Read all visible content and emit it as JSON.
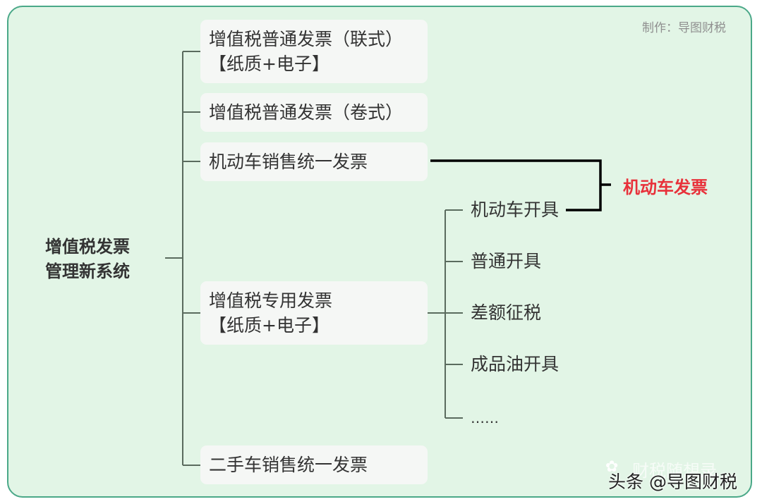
{
  "credit": "制作：导图财税",
  "root": {
    "line1": "增值税发票",
    "line2": "管理新系统"
  },
  "nodes": [
    {
      "line1": "增值税普通发票（联式）",
      "line2": "【纸质+电子】"
    },
    {
      "line1": "增值税普通发票（卷式）",
      "line2": ""
    },
    {
      "line1": "机动车销售统一发票",
      "line2": ""
    },
    {
      "line1": "增值税专用发票",
      "line2": "【纸质+电子】"
    },
    {
      "line1": "二手车销售统一发票",
      "line2": ""
    }
  ],
  "special_children": [
    "机动车开具",
    "普通开具",
    "差额征税",
    "成品油开具",
    "……"
  ],
  "bracket_label": "机动车发票",
  "watermark": {
    "faded": "财税随想录",
    "main": "头条 @导图财税"
  },
  "colors": {
    "frame_bg": "#e2f5e6",
    "frame_border": "#4aa888",
    "accent_red": "#e8313a",
    "connector": "#5a6b5e"
  }
}
